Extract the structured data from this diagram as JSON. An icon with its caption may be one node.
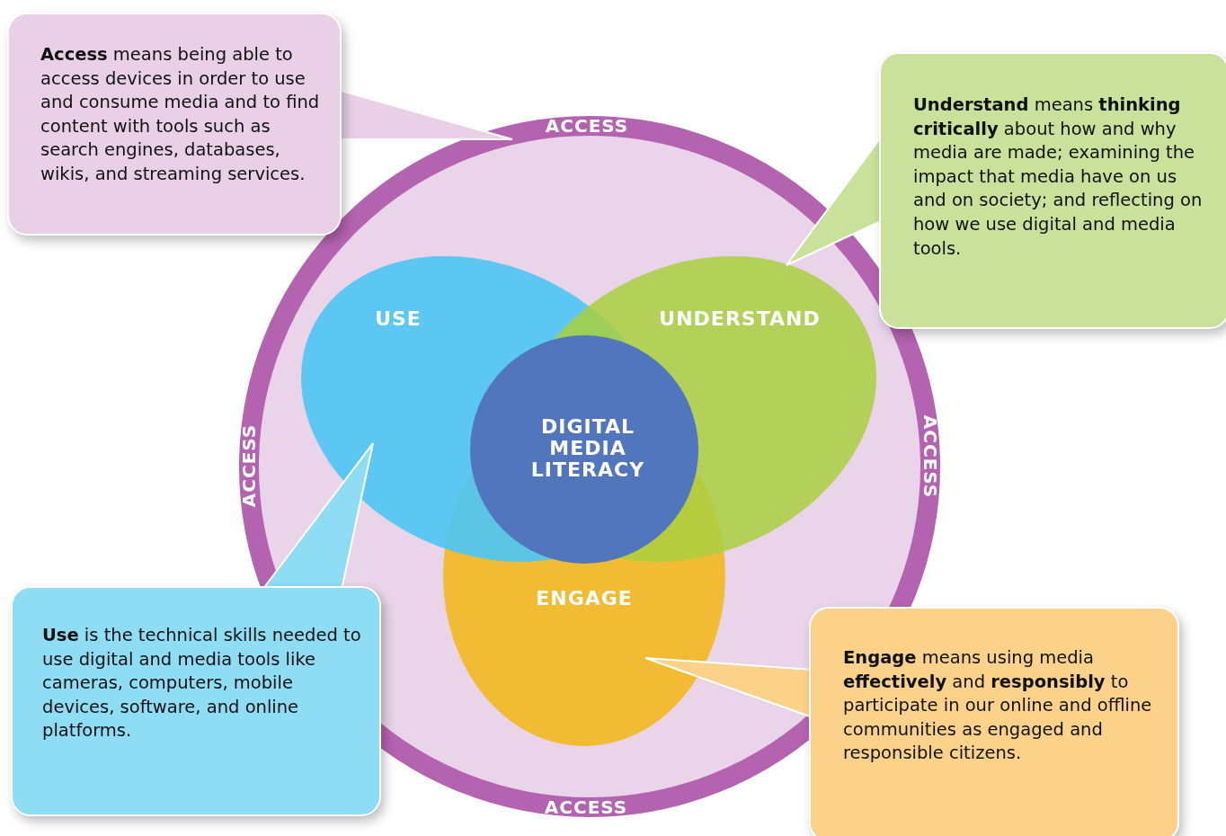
{
  "diagram": {
    "nodes": [
      {
        "text": [
          "ACCESS",
          "ACCESS",
          "ACCESS",
          "ACCESS"
        ]
      },
      {
        "text": [
          "USE"
        ],
        "in": 0
      },
      {
        "text": [
          "UNDERSTAND"
        ],
        "in": 0
      },
      {
        "text": [
          "ENGAGE"
        ],
        "in": 0
      },
      {
        "text": [
          "DIGITAL MEDIA LITERACY"
        ],
        "in": 0
      },
      {
        "text": [
          "**Access** means being able to access devices in order to use and consume media and to find content with tools such as search engines, databases, wikis, and streaming services."
        ]
      },
      {
        "text": [
          "**Understand** means **thinking critically** about how and why media are made; examining the impact that media have on us and on society; and reflecting on how we use digital and media tools."
        ]
      },
      {
        "text": [
          "**Use** is the technical skills needed to use digital and media tools like cameras, computers, mobile devices, software, and online platforms."
        ]
      },
      {
        "text": [
          "**Engage** means using media **effectively** and **responsibly** to participate in our online and offline communities as engaged and responsible citizens."
        ]
      }
    ],
    "edges": [
      {
        "from": 5,
        "to": 0,
        "arrow": "to"
      },
      {
        "from": 6,
        "to": 2,
        "arrow": "to"
      },
      {
        "from": 7,
        "to": 1,
        "arrow": "to"
      },
      {
        "from": 8,
        "to": 3,
        "arrow": "to"
      }
    ]
  }
}
